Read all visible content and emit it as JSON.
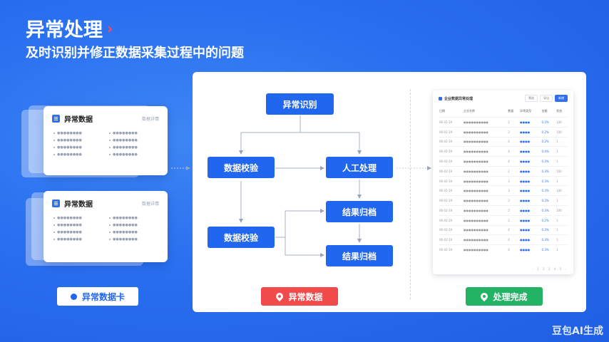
{
  "header": {
    "title": "异常处理",
    "subtitle": "及时识别并修正数据采集过程中的问题"
  },
  "cards": [
    {
      "title": "异常数据",
      "tag": "数据详情",
      "items": [
        "●●●●●●●●",
        "●●●●●●●●",
        "●●●●●●●●",
        "●●●●●●●●",
        "●●●●●●●●",
        "●●●●●●●●",
        "●●●●●●●●",
        "●●●●●●●●"
      ]
    },
    {
      "title": "异常数据",
      "tag": "数据详情",
      "items": [
        "●●●●●●●●",
        "●●●●●●●●",
        "●●●●●●●●",
        "●●●●●●●●",
        "●●●●●●●●",
        "●●●●●●●●",
        "●●●●●●●●",
        "●●●●●●●●"
      ]
    }
  ],
  "flow": {
    "identify": "异常识别",
    "validate1": "数据校验",
    "manual": "人工处理",
    "archive1": "结果归档",
    "validate2": "数据校验",
    "archive2": "结果归档"
  },
  "table": {
    "title": "企业数据异常处理",
    "buttons": [
      "筛选",
      "导出",
      "新增"
    ],
    "columns": [
      "日期",
      "企业名称",
      "数量",
      "异常类型",
      "金额",
      "状态"
    ],
    "rows": [
      [
        "06-02-19",
        "●●●●●●●●●●",
        "2",
        "●●●●",
        "0.2%",
        "100"
      ],
      [
        "06-02-19",
        "●●●●●●●●●●",
        "2",
        "●●●●",
        "0.2%",
        "100"
      ],
      [
        "06-02-19",
        "●●●●●●●●●●",
        "4",
        "●●●●",
        "0.2%",
        "1"
      ],
      [
        "06-02-19",
        "●●●●●●●●●●",
        "4",
        "●●●●",
        "0.4%",
        "1"
      ],
      [
        "06-02-19",
        "●●●●●●●●●●",
        "4",
        "●●●●",
        "0.3%",
        "1"
      ],
      [
        "06-02-19",
        "●●●●●●●●●●",
        "2",
        "●●●●",
        "0.3%",
        "100"
      ],
      [
        "06-02-19",
        "●●●●●●●●●●",
        "3",
        "●●●●",
        "0.3%",
        "1"
      ],
      [
        "06-02-19",
        "●●●●●●●●●●",
        "3",
        "●●●●",
        "0.3%",
        "100"
      ],
      [
        "06-02-19",
        "●●●●●●●●●●",
        "2",
        "●●●●",
        "0.3%",
        "1"
      ],
      [
        "06-02-19",
        "●●●●●●●●●●",
        "2",
        "●●●●",
        "0.3%",
        "100"
      ],
      [
        "06-02-19",
        "●●●●●●●●●●",
        "2",
        "●●●●",
        "0.2%",
        "1"
      ],
      [
        "06-02-19",
        "●●●●●●●●●●",
        "4",
        "●●●●",
        "0.3%",
        "1"
      ],
      [
        "06-02-19",
        "●●●●●●●●●●",
        "4",
        "●●●●",
        "0.3%",
        "1"
      ],
      [
        "06-02-19",
        "●●●●●●●●●●",
        "4",
        "●●●●",
        "0.3%",
        "1"
      ]
    ],
    "pager": "‹ 1 2 3 4 5 ›"
  },
  "labels": {
    "card": "异常数据卡",
    "anomaly": "异常数据",
    "done": "处理完成"
  },
  "watermark": "豆包AI生成",
  "colors": {
    "background": "#2a6ff0",
    "node": "#2166ee",
    "anomaly": "#f04a4a",
    "done": "#23b364"
  }
}
